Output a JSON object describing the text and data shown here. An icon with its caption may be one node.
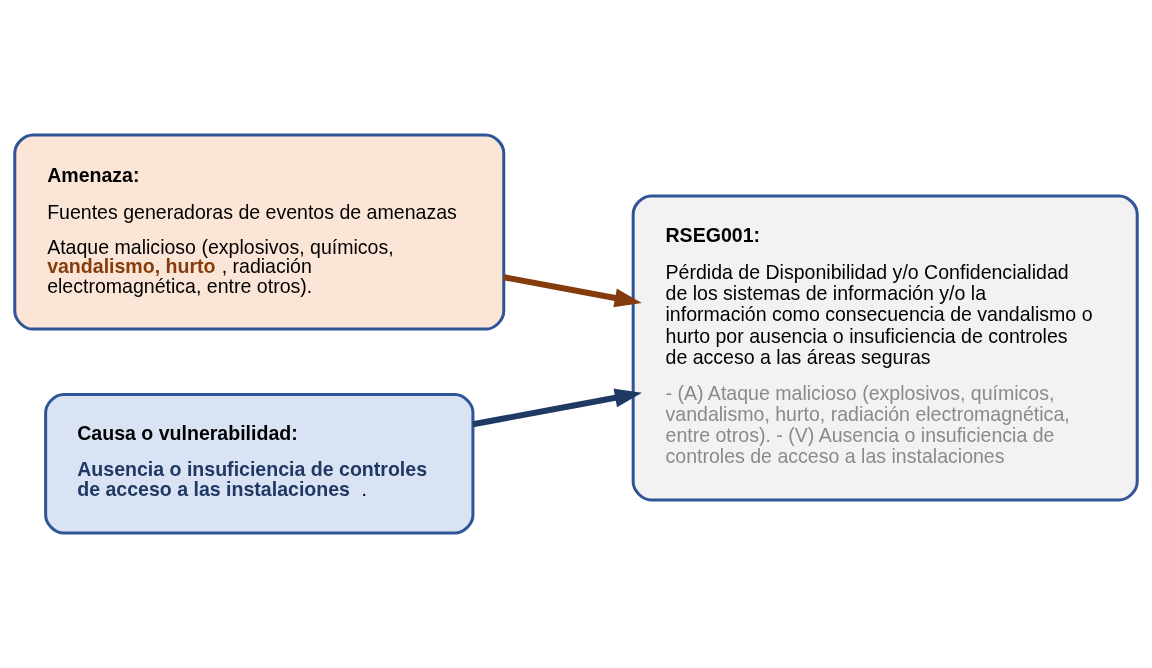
{
  "diagram": {
    "nodes": [
      {
        "text": [
          "Amenaza:",
          "Fuentes generadoras de eventos de amenazas",
          "Ataque malicioso (explosivos, químicos, **vandalismo, hurto**, radiación electromagnética, entre otros)."
        ]
      },
      {
        "text": [
          "Causa o vulnerabilidad:",
          "**Ausencia o insuficiencia de controles de acceso a las instalaciones**."
        ]
      },
      {
        "text": [
          "RSEG001:",
          "Pérdida de Disponibilidad y/o Confidencialidad de los sistemas de información y/o la información como consecuencia de vandalismo o hurto por ausencia o insuficiencia de controles de acceso a las áreas seguras",
          "- (A) Ataque malicioso (explosivos, químicos, vandalismo, hurto, radiación electromagnética, entre otros). - (V) Ausencia o insuficiencia de controles de acceso a las instalaciones"
        ]
      }
    ],
    "edges": [
      {
        "from": 0,
        "to": 2,
        "arrow": "to",
        "color": "#843c0c"
      },
      {
        "from": 1,
        "to": 2,
        "arrow": "to",
        "color": "#203864"
      }
    ]
  }
}
